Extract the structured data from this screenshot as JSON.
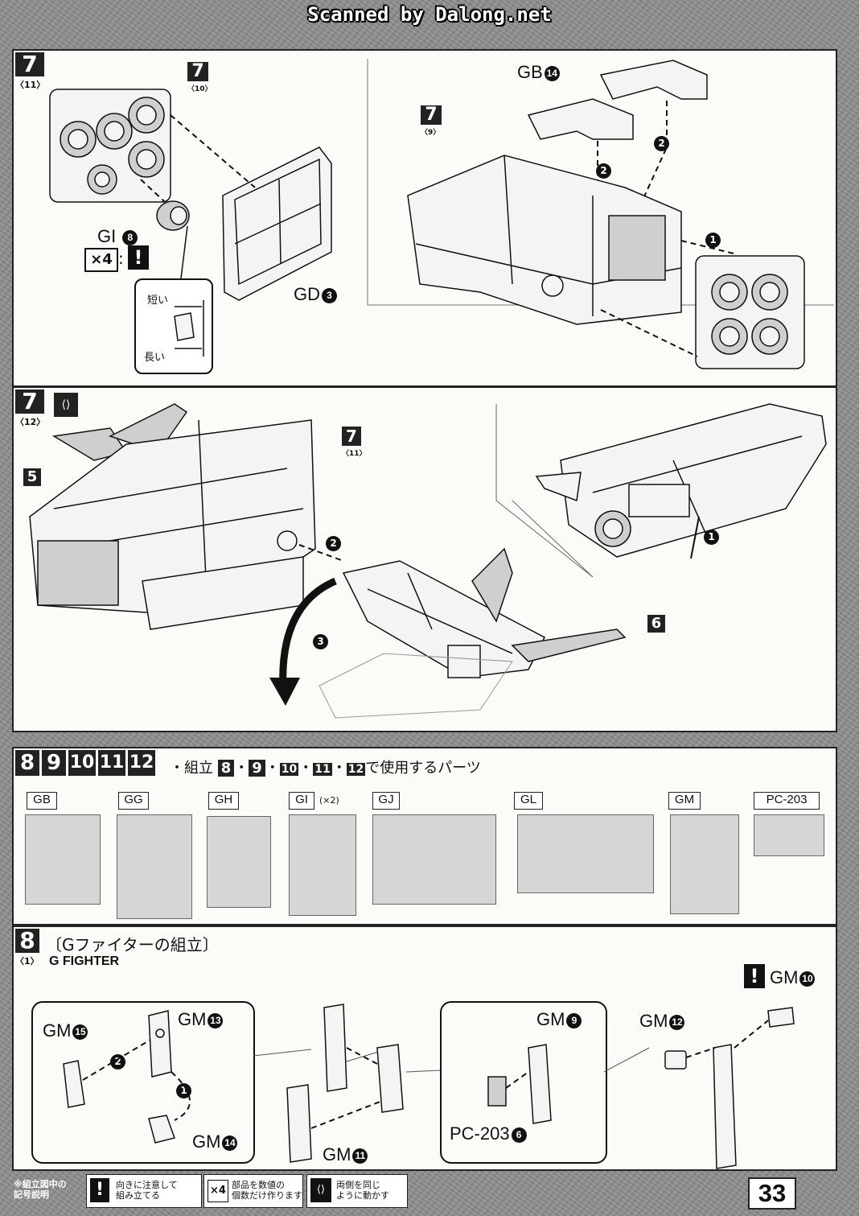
{
  "scanner_credit": "Scanned by Dalong.net",
  "step7_11": {
    "step": "7",
    "sub": "〈11〉",
    "ref_a": {
      "step": "7",
      "sub": "〈10〉"
    },
    "ref_b": {
      "step": "7",
      "sub": "〈9〉"
    },
    "part_gi": "GI",
    "gi_num": "8",
    "qty": "×4",
    "warn_icon": "!",
    "inset_short": "短い",
    "inset_long": "長い",
    "part_gd": "GD",
    "gd_num": "3",
    "part_gb": "GB",
    "gb_num": "14",
    "arrows": [
      "2",
      "2",
      "1"
    ]
  },
  "step7_12": {
    "step": "7",
    "sub": "〈12〉",
    "ref_main": {
      "step": "7",
      "sub": "〈11〉"
    },
    "ref_5": "5",
    "ref_6": "6",
    "arrows": [
      "1",
      "2",
      "3"
    ]
  },
  "parts_used": {
    "steps": [
      "8",
      "9",
      "10",
      "11",
      "12"
    ],
    "caption_prefix": "・組立",
    "caption_steps": [
      "8",
      "9",
      "10",
      "11",
      "12"
    ],
    "caption_suffix": "で使用するパーツ",
    "runners": [
      {
        "label": "GB",
        "note": ""
      },
      {
        "label": "GG",
        "note": ""
      },
      {
        "label": "GH",
        "note": ""
      },
      {
        "label": "GI",
        "note": "(×2)"
      },
      {
        "label": "GJ",
        "note": ""
      },
      {
        "label": "GL",
        "note": ""
      },
      {
        "label": "GM",
        "note": ""
      },
      {
        "label": "PC-203",
        "note": ""
      }
    ]
  },
  "step8_1": {
    "step": "8",
    "sub": "〈1〉",
    "title_jp": "〔Gファイターの組立〕",
    "title_en": "G FIGHTER",
    "labels": {
      "gm15": {
        "part": "GM",
        "num": "15"
      },
      "gm13": {
        "part": "GM",
        "num": "13"
      },
      "gm14": {
        "part": "GM",
        "num": "14"
      },
      "gm11": {
        "part": "GM",
        "num": "11"
      },
      "gm9": {
        "part": "GM",
        "num": "9"
      },
      "pc203": {
        "part": "PC-203",
        "num": "6"
      },
      "gm12": {
        "part": "GM",
        "num": "12"
      },
      "gm10": {
        "part": "GM",
        "num": "10"
      }
    },
    "warn_icon": "!",
    "arrows": [
      "2",
      "1"
    ]
  },
  "legend": {
    "title_line1": "※組立図中の",
    "title_line2": "記号説明",
    "items": [
      {
        "icon": "!",
        "line1": "向きに注意して",
        "line2": "組み立てる"
      },
      {
        "icon": "×4",
        "line1": "部品を数値の",
        "line2": "個数だけ作ります"
      },
      {
        "icon": "⟨⟩",
        "line1": "両側を同じ",
        "line2": "ように動かす"
      }
    ]
  },
  "page_number": "33",
  "colors": {
    "ink": "#111111",
    "paper": "#fbfbf8",
    "scan_border": "#8f8f8f",
    "runner": "#d6d6d6"
  }
}
